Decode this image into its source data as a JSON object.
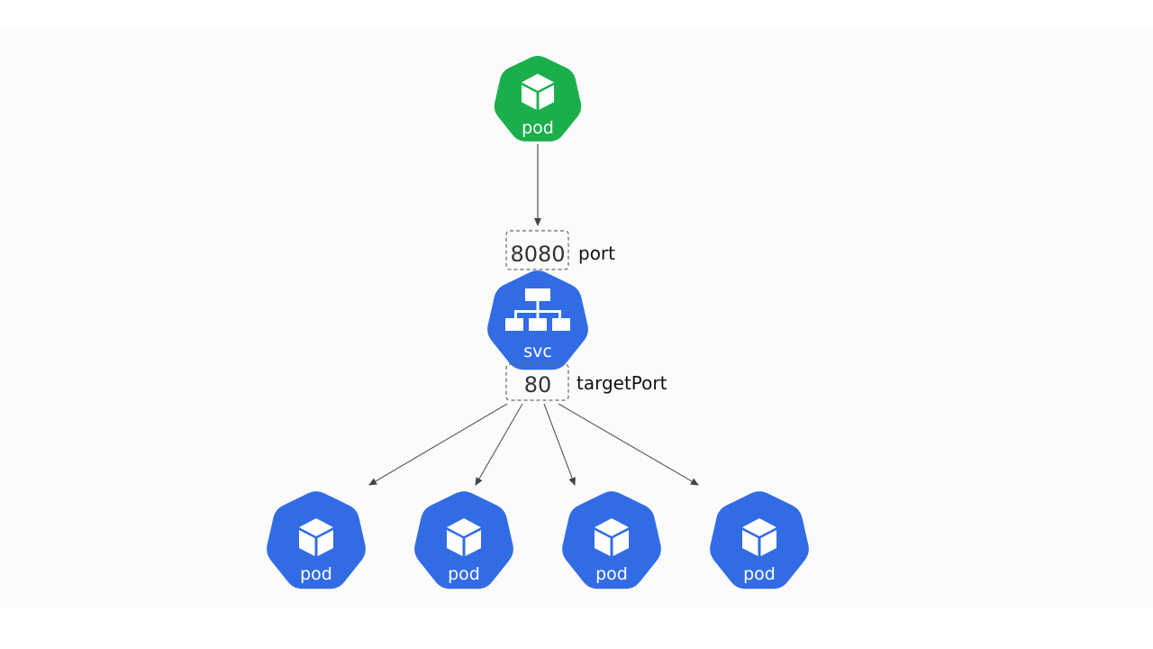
{
  "diagram": {
    "title": "Kubernetes Service port mapping",
    "client_pod": {
      "label": "pod",
      "icon": "cube-icon",
      "color": "#1aaf4b"
    },
    "service": {
      "label": "svc",
      "icon": "hierarchy-icon",
      "color": "#326ce5",
      "port": {
        "value": "8080",
        "name": "port"
      },
      "target_port": {
        "value": "80",
        "name": "targetPort"
      }
    },
    "backend_pods": [
      {
        "label": "pod",
        "icon": "cube-icon",
        "color": "#326ce5"
      },
      {
        "label": "pod",
        "icon": "cube-icon",
        "color": "#326ce5"
      },
      {
        "label": "pod",
        "icon": "cube-icon",
        "color": "#326ce5"
      },
      {
        "label": "pod",
        "icon": "cube-icon",
        "color": "#326ce5"
      }
    ],
    "arrow_color": "#555555",
    "box_border_color": "#666666"
  }
}
